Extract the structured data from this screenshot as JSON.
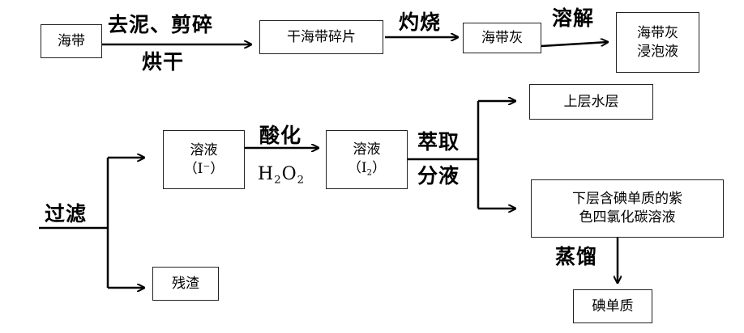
{
  "nodes": {
    "haidai": "海带",
    "dried_pieces": "干海带碎片",
    "ash": "海带灰",
    "soak_line1": "海带灰",
    "soak_line2": "浸泡液",
    "solution_i_label": "溶液",
    "solution_i_ion": "（I⁻）",
    "solution_i2_label": "溶液",
    "solution_i2_main": "（I",
    "solution_i2_sub": "2",
    "solution_i2_close": "）",
    "upper_layer": "上层水层",
    "lower_line1": "下层含碘单质的紫",
    "lower_line2": "色四氯化碳溶液",
    "residue": "残渣",
    "iodine": "碘单质"
  },
  "steps": {
    "remove_mud": "去泥、剪碎",
    "dry": "烘干",
    "burn": "灼烧",
    "dissolve": "溶解",
    "filter": "过滤",
    "acidify": "酸化",
    "h": "H",
    "h_sub": "2",
    "o": "O",
    "o_sub": "2",
    "extract": "萃取",
    "separate": "分液",
    "distill": "蒸馏"
  }
}
